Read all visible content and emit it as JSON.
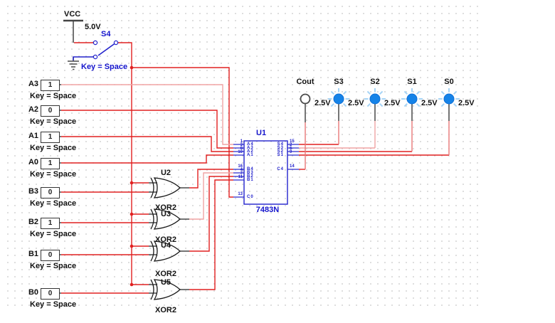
{
  "power_source": {
    "label": "VCC",
    "voltage": "5.0V"
  },
  "switch": {
    "ref": "S4",
    "key_legend": "Key = Space"
  },
  "inputs": [
    {
      "label": "A3",
      "value": "1",
      "key_legend": "Key = Space"
    },
    {
      "label": "A2",
      "value": "0",
      "key_legend": "Key = Space"
    },
    {
      "label": "A1",
      "value": "1",
      "key_legend": "Key = Space"
    },
    {
      "label": "A0",
      "value": "1",
      "key_legend": "Key = Space"
    },
    {
      "label": "B3",
      "value": "0",
      "key_legend": "Key = Space"
    },
    {
      "label": "B2",
      "value": "1",
      "key_legend": "Key = Space"
    },
    {
      "label": "B1",
      "value": "0",
      "key_legend": "Key = Space"
    },
    {
      "label": "B0",
      "value": "0",
      "key_legend": "Key = Space"
    }
  ],
  "gates": [
    {
      "ref": "U2",
      "type": "XOR2"
    },
    {
      "ref": "U3",
      "type": "XOR2"
    },
    {
      "ref": "U4",
      "type": "XOR2"
    },
    {
      "ref": "U5",
      "type": "XOR2"
    }
  ],
  "adder": {
    "ref": "U1",
    "part": "7483N",
    "left_pins": [
      {
        "num": "1",
        "name": "A4"
      },
      {
        "num": "3",
        "name": "A3"
      },
      {
        "num": "8",
        "name": "A2"
      },
      {
        "num": "10",
        "name": "A1"
      },
      {
        "num": "16",
        "name": "B4"
      },
      {
        "num": "4",
        "name": "B3"
      },
      {
        "num": "7",
        "name": "B2"
      },
      {
        "num": "11",
        "name": "B1"
      },
      {
        "num": "13",
        "name": "C0"
      }
    ],
    "right_pins": [
      {
        "num": "15",
        "name": "S4"
      },
      {
        "num": "2",
        "name": "S3"
      },
      {
        "num": "6",
        "name": "S2"
      },
      {
        "num": "9",
        "name": "S1"
      },
      {
        "num": "14",
        "name": "C4"
      }
    ]
  },
  "probes": [
    {
      "label": "Cout",
      "voltage": "2.5V",
      "lit": false
    },
    {
      "label": "S3",
      "voltage": "2.5V",
      "lit": true
    },
    {
      "label": "S2",
      "voltage": "2.5V",
      "lit": true
    },
    {
      "label": "S1",
      "voltage": "2.5V",
      "lit": true
    },
    {
      "label": "S0",
      "voltage": "2.5V",
      "lit": true
    }
  ],
  "colors": {
    "wire_red": "#e02020",
    "wire_pale": "#f0a4a4",
    "component_blue": "#2222cc",
    "probe_lit_blue": "#1583e8",
    "probe_ray_blue": "#a6d4f6"
  }
}
